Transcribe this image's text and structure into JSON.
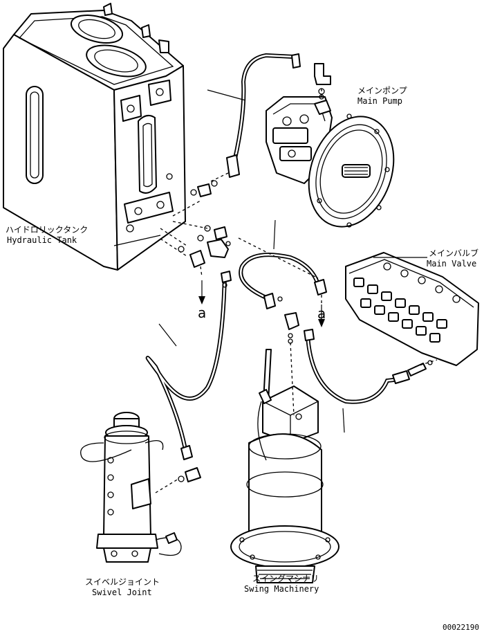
{
  "labels": {
    "main_pump_jp": "メインポンプ",
    "main_pump_en": "Main Pump",
    "hydraulic_tank_jp": "ハイドロリックタンク",
    "hydraulic_tank_en": "Hydraulic Tank",
    "main_valve_jp": "メインバルブ",
    "main_valve_en": "Main Valve",
    "swivel_joint_jp": "スイベルジョイント",
    "swivel_joint_en": "Swivel Joint",
    "swing_machinery_jp": "スイングマシナリ",
    "swing_machinery_en": "Swing Machinery"
  },
  "markers": {
    "a_left": "a",
    "a_right": "a"
  },
  "drawing_number": "00022190"
}
